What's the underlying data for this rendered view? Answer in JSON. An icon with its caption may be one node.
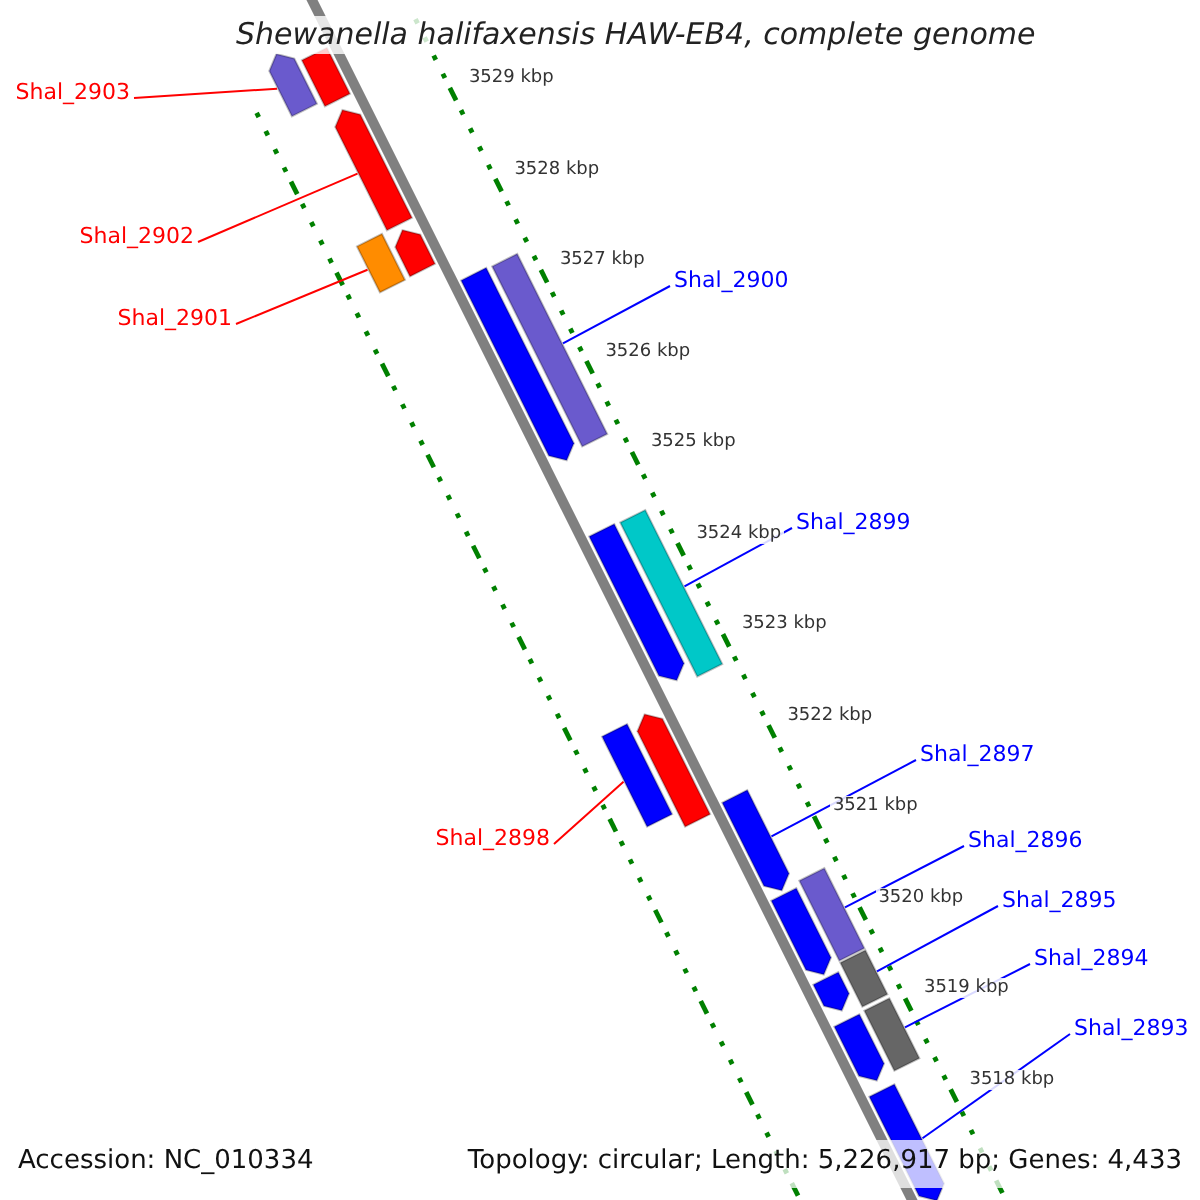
{
  "diagram": {
    "title": "Shewanella halifaxensis HAW-EB4, complete genome",
    "nodes": [
      {
        "text": [
          "Shal_2903"
        ]
      },
      {
        "text": [],
        "shape": "arrow"
      },
      {
        "text": [
          "Shal_2902"
        ]
      },
      {
        "text": [],
        "shape": "arrow"
      },
      {
        "text": [
          "Shal_2901"
        ]
      },
      {
        "text": [],
        "shape": "box"
      },
      {
        "text": [
          "Shal_2900"
        ]
      },
      {
        "text": [],
        "shape": "box"
      },
      {
        "text": [
          "Shal_2899"
        ]
      },
      {
        "text": [],
        "shape": "box"
      },
      {
        "text": [
          "Shal_2898"
        ]
      },
      {
        "text": [],
        "shape": "box"
      },
      {
        "text": [
          "Shal_2897"
        ]
      },
      {
        "text": [],
        "shape": "arrow"
      },
      {
        "text": [
          "Shal_2896"
        ]
      },
      {
        "text": [],
        "shape": "box"
      },
      {
        "text": [
          "Shal_2895"
        ]
      },
      {
        "text": [],
        "shape": "box"
      },
      {
        "text": [
          "Shal_2894"
        ]
      },
      {
        "text": [],
        "shape": "box"
      },
      {
        "text": [
          "Shal_2893"
        ]
      },
      {
        "text": [],
        "shape": "arrow"
      },
      {
        "text": [],
        "shape": "box"
      },
      {
        "text": [],
        "shape": "arrow"
      },
      {
        "text": [],
        "shape": "arrow"
      },
      {
        "text": [],
        "shape": "arrow"
      },
      {
        "text": [],
        "shape": "arrow"
      },
      {
        "text": [],
        "shape": "arrow"
      },
      {
        "text": [],
        "shape": "arrow"
      },
      {
        "text": [],
        "shape": "arrow"
      }
    ],
    "edges": [
      {
        "from": 0,
        "to": 1,
        "arrow": "none",
        "color": "#ff0000"
      },
      {
        "from": 2,
        "to": 3,
        "arrow": "none",
        "color": "#ff0000"
      },
      {
        "from": 4,
        "to": 5,
        "arrow": "none",
        "color": "#ff0000"
      },
      {
        "from": 6,
        "to": 7,
        "arrow": "none"
      },
      {
        "from": 8,
        "to": 9,
        "arrow": "none"
      },
      {
        "from": 10,
        "to": 11,
        "arrow": "none",
        "color": "#ff0000"
      },
      {
        "from": 12,
        "to": 13,
        "arrow": "none"
      },
      {
        "from": 14,
        "to": 15,
        "arrow": "none"
      },
      {
        "from": 16,
        "to": 17,
        "arrow": "none"
      },
      {
        "from": 18,
        "to": 19,
        "arrow": "none"
      },
      {
        "from": 20,
        "to": 21,
        "arrow": "none"
      }
    ],
    "labels": [
      "3529 kbp",
      "3528 kbp",
      "3527 kbp",
      "3526 kbp",
      "3525 kbp",
      "3524 kbp",
      "3523 kbp",
      "3522 kbp",
      "3521 kbp",
      "3520 kbp",
      "3519 kbp",
      "3518 kbp",
      "Accession: NC_010334",
      "Topology: circular; Length: 5,226,917 bp; Genes: 4,433"
    ]
  }
}
